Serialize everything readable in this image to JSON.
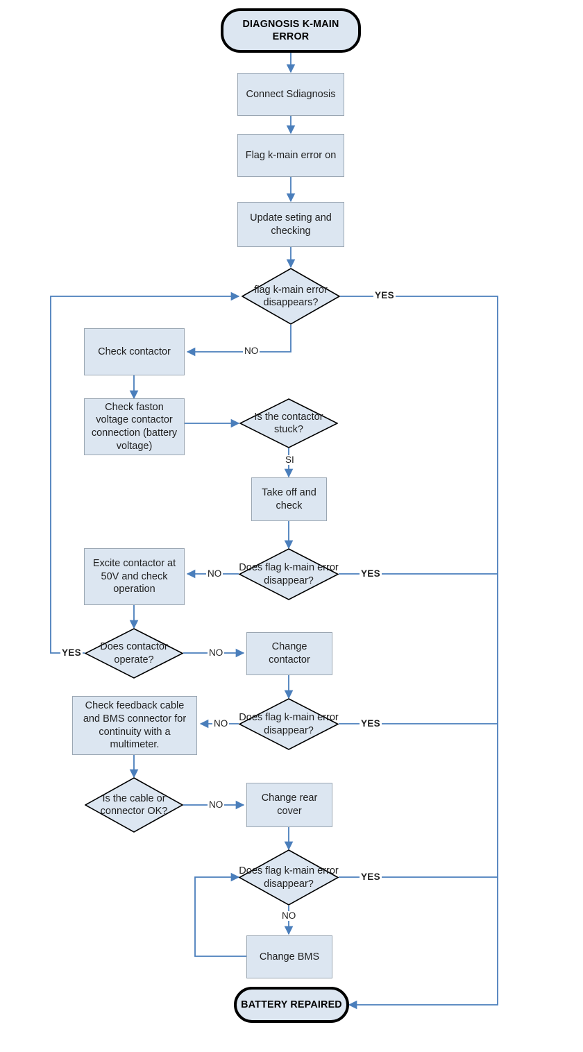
{
  "diagram": {
    "title": "DIAGNOSIS K-MAIN ERROR",
    "type": "flowchart",
    "colors": {
      "node_fill": "#dce6f1",
      "node_border": "#9aa6b2",
      "decision_border": "#000000",
      "terminator_border": "#000000",
      "connector": "#4a7ebb",
      "text": "#1f1f1f"
    },
    "nodes": [
      {
        "id": "start",
        "shape": "terminator",
        "label": "DIAGNOSIS K-MAIN ERROR"
      },
      {
        "id": "connect",
        "shape": "process",
        "label": "Connect Sdiagnosis"
      },
      {
        "id": "flagon",
        "shape": "process",
        "label": "Flag k-main error on"
      },
      {
        "id": "update",
        "shape": "process",
        "label": "Update seting and checking"
      },
      {
        "id": "dec1",
        "shape": "decision",
        "label": "flag k-main error disappears?"
      },
      {
        "id": "checkcont",
        "shape": "process",
        "label": "Check contactor"
      },
      {
        "id": "checkfaston",
        "shape": "process",
        "label": "Check faston voltage contactor connection (battery voltage)"
      },
      {
        "id": "decstuck",
        "shape": "decision",
        "label": "Is the contactor stuck?"
      },
      {
        "id": "takeoff",
        "shape": "process",
        "label": "Take off and check"
      },
      {
        "id": "dec2",
        "shape": "decision",
        "label": "Does flag k-main error disappear?"
      },
      {
        "id": "excite",
        "shape": "process",
        "label": "Excite contactor at 50V and check operation"
      },
      {
        "id": "decoperate",
        "shape": "decision",
        "label": "Does contactor operate?"
      },
      {
        "id": "changecont",
        "shape": "process",
        "label": "Change contactor"
      },
      {
        "id": "dec3",
        "shape": "decision",
        "label": "Does flag k-main error disappear?"
      },
      {
        "id": "checkfeedback",
        "shape": "process",
        "label": "Check feedback cable and BMS connector for continuity with a multimeter."
      },
      {
        "id": "deccable",
        "shape": "decision",
        "label": "Is the cable or connector OK?"
      },
      {
        "id": "changerear",
        "shape": "process",
        "label": "Change rear cover"
      },
      {
        "id": "dec4",
        "shape": "decision",
        "label": "Does flag k-main error disappear?"
      },
      {
        "id": "changebms",
        "shape": "process",
        "label": "Change BMS"
      },
      {
        "id": "end",
        "shape": "terminator",
        "label": "BATTERY REPAIRED"
      }
    ],
    "edge_labels": {
      "dec1_yes": "YES",
      "dec1_no": "NO",
      "decstuck_si": "SI",
      "dec2_yes": "YES",
      "dec2_no": "NO",
      "decoperate_yes": "YES",
      "decoperate_no": "NO",
      "dec3_yes": "YES",
      "dec3_no": "NO",
      "deccable_no": "NO",
      "dec4_yes": "YES",
      "dec4_no": "NO"
    }
  }
}
